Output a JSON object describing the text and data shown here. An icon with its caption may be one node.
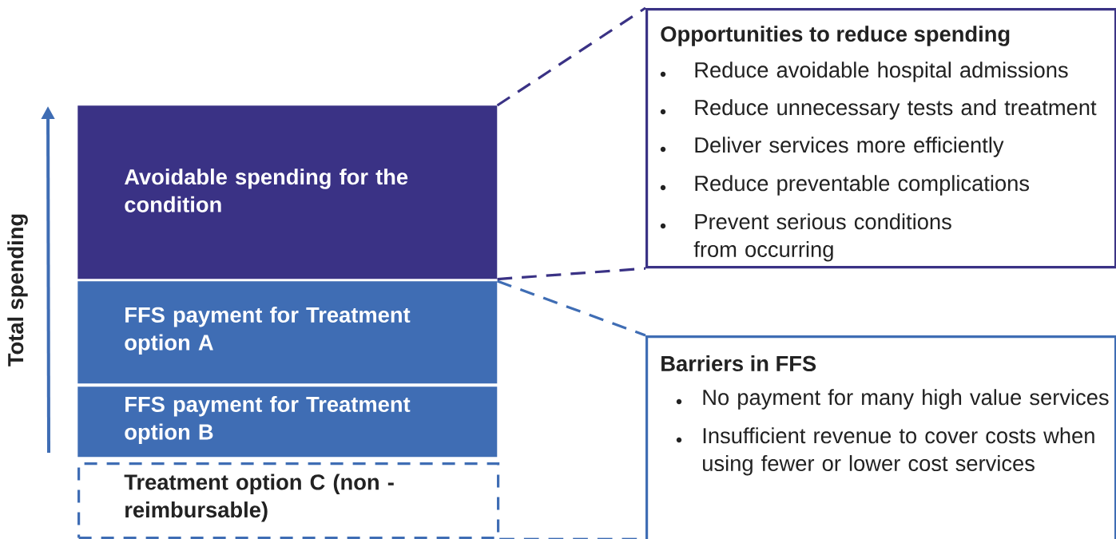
{
  "diagram": {
    "nodes": [
      {
        "text": [
          "Avoidable spending for the condition"
        ]
      },
      {
        "text": [
          "FFS payment for Treatment option A"
        ]
      },
      {
        "text": [
          "FFS payment for Treatment option B"
        ]
      },
      {
        "text": [
          "Treatment option C (non - reimbursable)"
        ]
      },
      {
        "text": [
          "Opportunities to reduce spending",
          "Reduce avoidable hospital admissions",
          "Reduce unnecessary tests and treatment",
          "Deliver services more efficiently",
          "Reduce preventable complications",
          "Prevent serious conditions from occurring"
        ]
      },
      {
        "text": [
          "Barriers in FFS",
          "No payment for many high value services",
          "Insufficient revenue to cover costs when using fewer or lower cost services"
        ]
      }
    ],
    "edges": [
      {
        "from": 0,
        "to": 4,
        "arrow": "none",
        "style": "dashed",
        "color": "#3a3285"
      },
      {
        "from": 0,
        "to": 4,
        "arrow": "none",
        "style": "dashed",
        "color": "#3a3285"
      },
      {
        "from": 1,
        "to": 5,
        "arrow": "none",
        "style": "dashed",
        "color": "#3f6db4"
      },
      {
        "from": 3,
        "to": 5,
        "arrow": "none",
        "style": "dashed",
        "color": "#3f6db4"
      }
    ],
    "labels": [
      "Total spending"
    ]
  }
}
